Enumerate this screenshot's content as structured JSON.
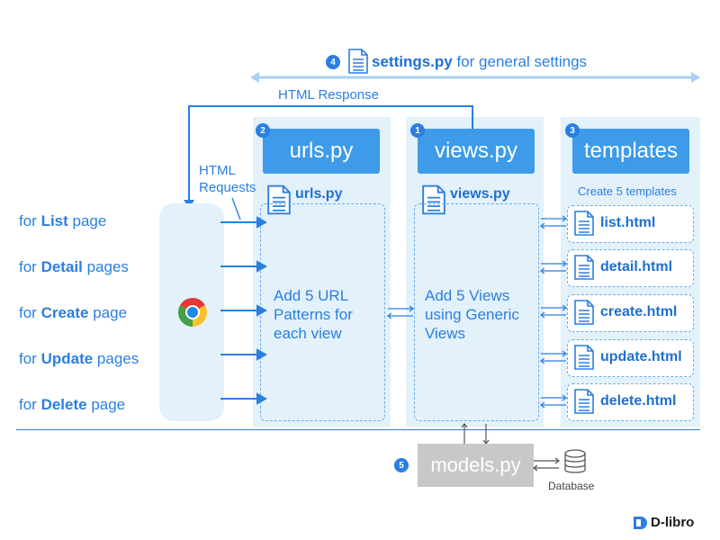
{
  "settings": {
    "badge": "4",
    "file": "settings.py",
    "text": " for general settings"
  },
  "html_response": "HTML Response",
  "html_requests": [
    "HTML",
    "Requests"
  ],
  "urls": {
    "badge": "2",
    "header": "urls.py",
    "file": "urls.py",
    "desc": [
      "Add 5 URL",
      "Patterns for",
      "each view"
    ]
  },
  "views": {
    "badge": "1",
    "header": "views.py",
    "file": "views.py",
    "desc": [
      "Add 5 Views",
      "using Generic",
      "Views"
    ]
  },
  "templates": {
    "badge": "3",
    "header": "templates",
    "subtitle": "Create 5 templates",
    "files": [
      "list.html",
      "detail.html",
      "create.html",
      "update.html",
      "delete.html"
    ]
  },
  "pages": [
    {
      "pre": "for ",
      "bold": "List",
      "post": " page"
    },
    {
      "pre": "for ",
      "bold": "Detail",
      "post": " pages"
    },
    {
      "pre": "for ",
      "bold": "Create",
      "post": " page"
    },
    {
      "pre": "for ",
      "bold": "Update",
      "post": " pages"
    },
    {
      "pre": "for ",
      "bold": "Delete",
      "post": " page"
    }
  ],
  "models": {
    "badge": "5",
    "label": "models.py"
  },
  "database": "Database",
  "logo": "D-libro",
  "icons": [
    "file-icon",
    "chrome-icon",
    "database-icon",
    "double-arrow-icon"
  ],
  "colors": {
    "accent": "#2a7fe0",
    "header": "#3d9be9",
    "column_bg": "#e3f1fb",
    "models_bg": "#c8c8c8"
  }
}
